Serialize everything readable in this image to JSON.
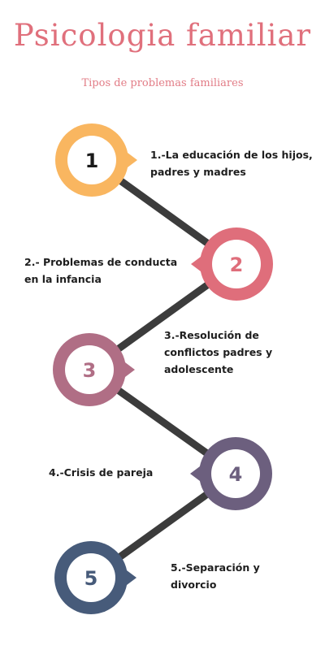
{
  "title": "Psicologia familiar",
  "subtitle": "Tipos de problemas familiares",
  "steps": [
    {
      "number": "1",
      "label_lines": [
        "1.-La educación de los hijos,",
        "padres y madres"
      ],
      "color": "#f9b660",
      "num_color": "#1a1a1a"
    },
    {
      "number": "2",
      "label_lines": [
        "2.- Problemas de conducta",
        "en la infancia"
      ],
      "color": "#df6e7b",
      "num_color": "#df6e7b"
    },
    {
      "number": "3",
      "label_lines": [
        "3.-Resolución de",
        "conflictos padres y",
        "adolescente"
      ],
      "color": "#b06e85",
      "num_color": "#b06e85"
    },
    {
      "number": "4",
      "label_lines": [
        "4.-Crisis de pareja"
      ],
      "color": "#6c5f7e",
      "num_color": "#6c5f7e"
    },
    {
      "number": "5",
      "label_lines": [
        "5.-Separación y",
        "divorcio"
      ],
      "color": "#475b7a",
      "num_color": "#475b7a"
    }
  ],
  "connector_color": "#3c3c3c"
}
